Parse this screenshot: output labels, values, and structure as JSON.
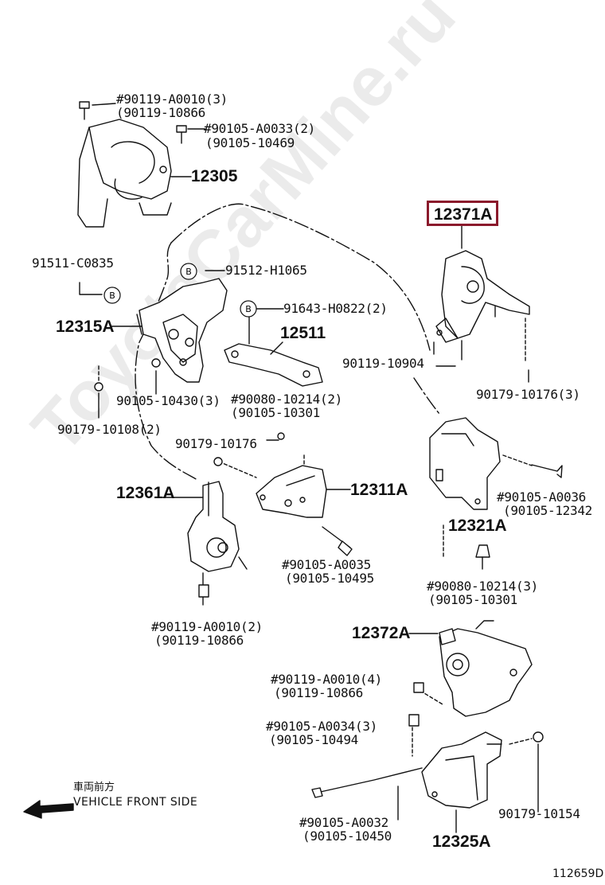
{
  "diagram": {
    "title_callout": "12371A",
    "watermark": "ToyotaCarMine.ru",
    "front_label_jp": "車両前方",
    "front_label_en": "VEHICLE FRONT SIDE",
    "figure_number": "112659D",
    "highlight_color": "#8b1a2c",
    "circle_mark": "B",
    "labels": {
      "p12305": "12305",
      "b1": "#90119-A0010(3)",
      "b1b": "(90119-10866",
      "b2": "#90105-A0033(2)",
      "b2b": "(90105-10469",
      "p91511": "91511-C0835",
      "p91512": "91512-H1065",
      "p12315A": "12315A",
      "p91643": "91643-H0822(2)",
      "p12511": "12511",
      "p90119_10904": "90119-10904",
      "p90179_10176_3": "90179-10176(3)",
      "p90105_10430": "90105-10430(3)",
      "p90080a": "#90080-10214(2)",
      "p90080ab": "(90105-10301",
      "p90179_10108": "90179-10108(2)",
      "p90179_10176": "90179-10176",
      "p12361A": "12361A",
      "p12311A": "12311A",
      "p90105_A0036": "#90105-A0036",
      "p90105_A0036b": "(90105-12342",
      "p12321A": "12321A",
      "p90105_A0035": "#90105-A0035",
      "p90105_A0035b": "(90105-10495",
      "p90080b": "#90080-10214(3)",
      "p90080bb": "(90105-10301",
      "p90119_A0010_2": "#90119-A0010(2)",
      "p90119_A0010_2b": "(90119-10866",
      "p12372A": "12372A",
      "p90119_A0010_4": "#90119-A0010(4)",
      "p90119_A0010_4b": "(90119-10866",
      "p90105_A0034": "#90105-A0034(3)",
      "p90105_A0034b": "(90105-10494",
      "p90105_A0032": "#90105-A0032",
      "p90105_A0032b": "(90105-10450",
      "p90179_10154": "90179-10154",
      "p12325A": "12325A"
    }
  }
}
